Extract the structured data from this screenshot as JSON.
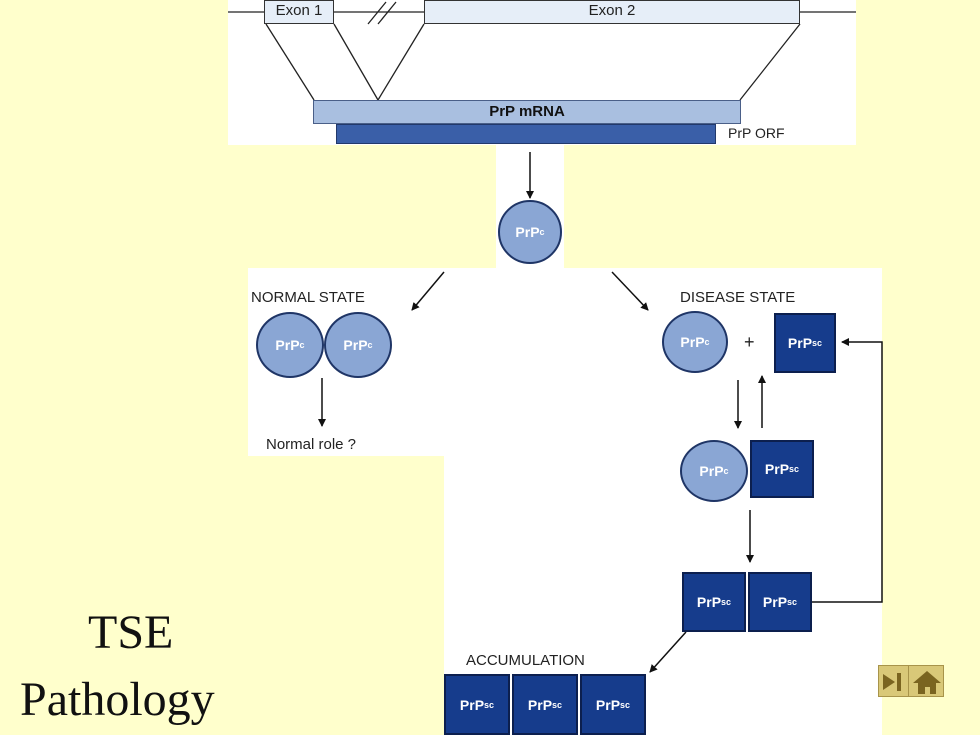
{
  "exon1": "Exon 1",
  "exon2": "Exon 2",
  "mrna": "PrP mRNA",
  "orf": "PrP ORF",
  "prpc": "PrP",
  "prpc_sup": "c",
  "prpsc": "PrP",
  "prpsc_sup": "sc",
  "normal_state": "NORMAL STATE",
  "disease_state": "DISEASE STATE",
  "plus": "+",
  "normal_role": "Normal role ?",
  "accumulation": "ACCUMULATION",
  "title_line1": "TSE",
  "title_line2": "Pathology",
  "colors": {
    "background": "#ffffcc",
    "prpc_fill": "#8aa6d4",
    "prpsc_fill": "#163c8c",
    "mrna_fill": "#a9bfe0",
    "orf_fill": "#3a5fa8"
  },
  "icons": [
    "next-slide-icon",
    "home-icon"
  ]
}
